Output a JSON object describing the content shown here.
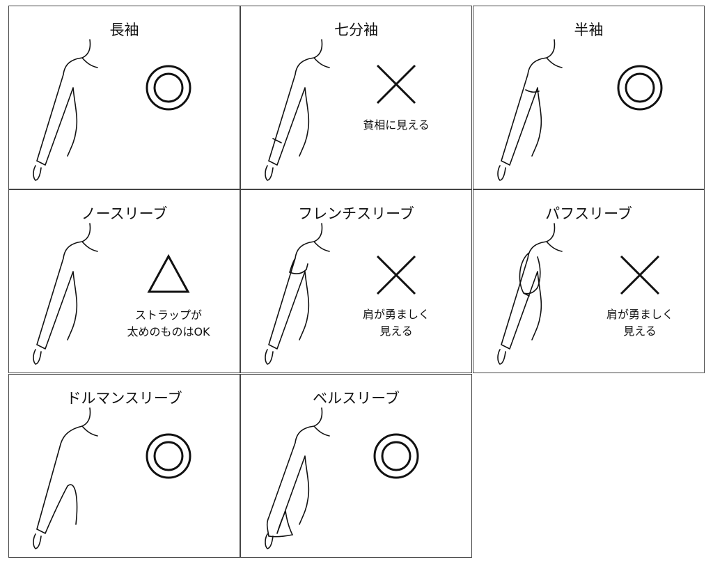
{
  "cells": [
    {
      "title": "長袖",
      "mark": "circle",
      "note": []
    },
    {
      "title": "七分袖",
      "mark": "cross",
      "note": [
        "貧相に見える"
      ]
    },
    {
      "title": "半袖",
      "mark": "circle",
      "note": []
    },
    {
      "title": "ノースリーブ",
      "mark": "triangle",
      "note": [
        "ストラップが",
        "太めのものはOK"
      ]
    },
    {
      "title": "フレンチスリーブ",
      "mark": "cross",
      "note": [
        "肩が勇ましく",
        "見える"
      ]
    },
    {
      "title": "パフスリーブ",
      "mark": "cross",
      "note": [
        "肩が勇ましく",
        "見える"
      ]
    },
    {
      "title": "ドルマンスリーブ",
      "mark": "circle",
      "note": []
    },
    {
      "title": "ベルスリーブ",
      "mark": "circle",
      "note": []
    }
  ]
}
